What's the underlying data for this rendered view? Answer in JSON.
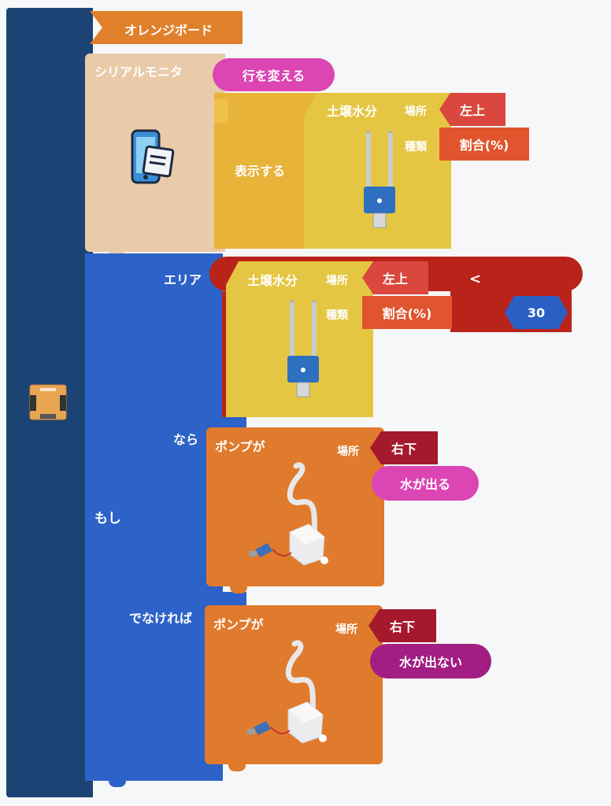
{
  "program": {
    "board_label": "オレンジボード",
    "serial_monitor_label": "シリアルモニタ",
    "newline_label": "行を変える",
    "display_label": "表示する",
    "sensor1": {
      "name": "土壌水分",
      "location_key": "場所",
      "location_value": "左上",
      "type_key": "種類",
      "type_value": "割合(%)"
    },
    "if_block": {
      "area_label": "エリア",
      "if_label": "もし",
      "then_label": "なら",
      "else_label": "でなければ"
    },
    "condition": {
      "operator": "<",
      "threshold": "30",
      "sensor": {
        "name": "土壌水分",
        "location_key": "場所",
        "location_value": "左上",
        "type_key": "種類",
        "type_value": "割合(%)"
      }
    },
    "then_action": {
      "name": "ポンプが",
      "location_key": "場所",
      "location_value": "右下",
      "action": "水が出る"
    },
    "else_action": {
      "name": "ポンプが",
      "location_key": "場所",
      "location_value": "右下",
      "action": "水が出ない"
    }
  },
  "colors": {
    "spine": "#1b4373",
    "serial": "#e9cba9",
    "if": "#2d62c8",
    "compare": "#b92319",
    "sensor": "#e5c642",
    "pump": "#e07a2c",
    "pink": "#dc45b4"
  }
}
